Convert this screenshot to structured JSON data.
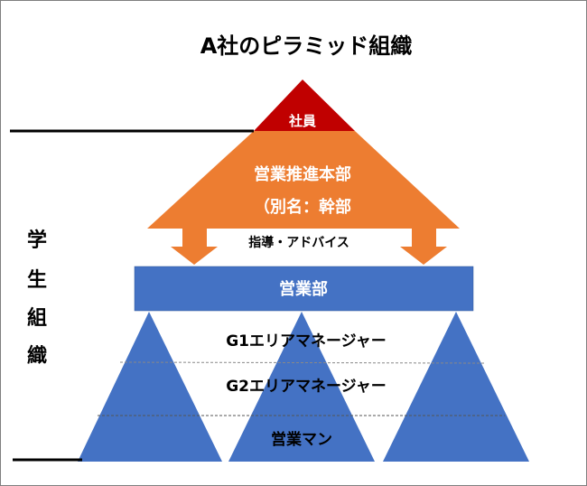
{
  "title": "A社のピラミッド組織",
  "company_staff": "社員",
  "sales_hq": {
    "line1": "営業推進本部",
    "line2": "（別名：幹部"
  },
  "guidance_label": "指導・アドバイス",
  "sales_dept": "営業部",
  "levels": [
    "G1エリアマネージャー",
    "G2エリアマネージャー",
    "営業マン"
  ],
  "side_label": [
    "学",
    "生",
    "組",
    "織"
  ],
  "colors": {
    "red": "#c00000",
    "orange": "#ed7d31",
    "blue": "#4472c4"
  }
}
